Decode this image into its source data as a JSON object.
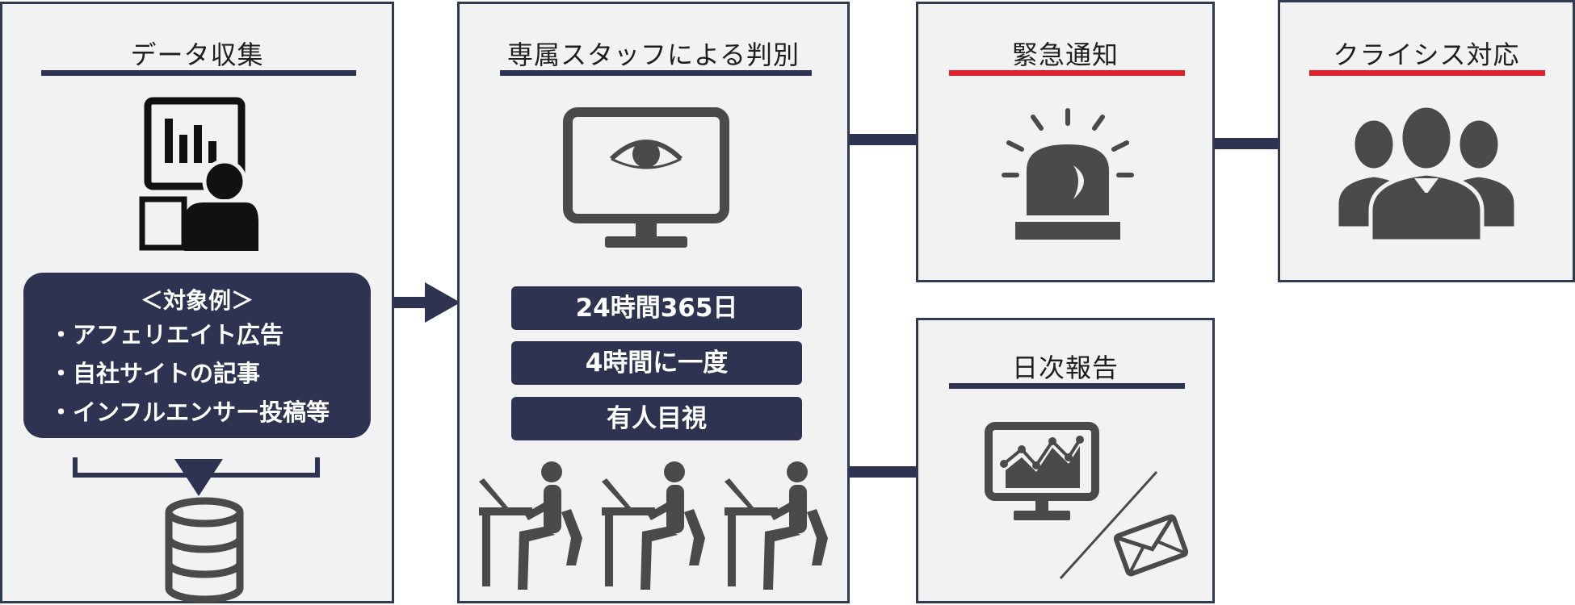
{
  "panels": {
    "collect": {
      "title": "データ収集"
    },
    "judge": {
      "title": "専属スタッフによる判別"
    },
    "notify": {
      "title": "緊急通知"
    },
    "crisis": {
      "title": "クライシス対応"
    },
    "report": {
      "title": "日次報告"
    }
  },
  "examples": {
    "heading": "＜対象例＞",
    "items": [
      "・アフェリエイト広告",
      "・自社サイトの記事",
      "・インフルエンサー投稿等"
    ]
  },
  "tags": [
    "24時間365日",
    "4時間に一度",
    "有人目視"
  ],
  "colors": {
    "navy": "#2d3350",
    "icon_gray": "#4a4a4a",
    "alert_red": "#e0202b",
    "panel_bg": "#f2f2f2"
  },
  "icons": [
    "chart-board-person-icon",
    "database-icon",
    "monitor-eye-icon",
    "seated-worker-icon",
    "siren-icon",
    "business-team-icon",
    "monitor-chart-icon",
    "envelope-icon",
    "arrow-right-icon"
  ]
}
